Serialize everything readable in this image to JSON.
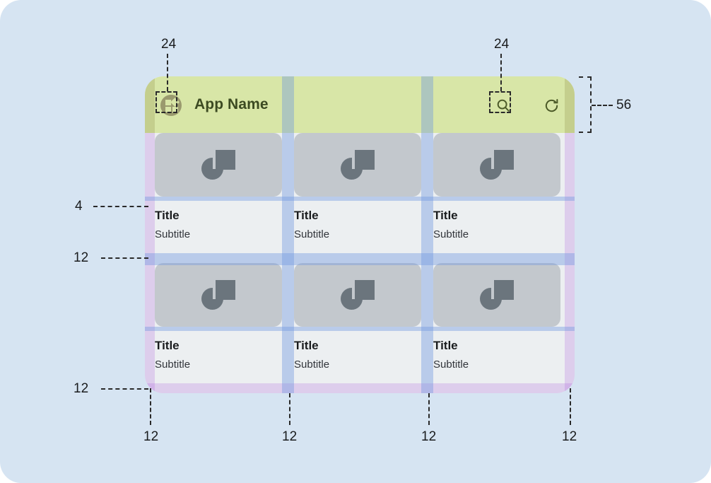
{
  "spec": {
    "title": "Responsive grid layout spec",
    "canvas_color": "#d6e4f2",
    "surface_color": "#eceff1",
    "appbar_color": "#d8e6a7",
    "gutter_overlay_color": "#6e96e1",
    "padding_overlay_color": "#a855dc",
    "image_placeholder_color": "#c3c8cd"
  },
  "appbar": {
    "title": "App Name",
    "leading_icon": "app-grid-avatar-icon",
    "actions": [
      {
        "icon": "search-icon",
        "name": "search"
      },
      {
        "icon": "refresh-icon",
        "name": "refresh"
      }
    ],
    "height_label": "56"
  },
  "tiles": [
    {
      "title": "Title",
      "subtitle": "Subtitle",
      "icon": "image-placeholder-icon"
    },
    {
      "title": "Title",
      "subtitle": "Subtitle",
      "icon": "image-placeholder-icon"
    },
    {
      "title": "Title",
      "subtitle": "Subtitle",
      "icon": "image-placeholder-icon"
    },
    {
      "title": "Title",
      "subtitle": "Subtitle",
      "icon": "image-placeholder-icon"
    },
    {
      "title": "Title",
      "subtitle": "Subtitle",
      "icon": "image-placeholder-icon"
    },
    {
      "title": "Title",
      "subtitle": "Subtitle",
      "icon": "image-placeholder-icon"
    }
  ],
  "annotations": {
    "touch_target_left": "24",
    "touch_target_right": "24",
    "appbar_height": "56",
    "image_to_title_gap": "4",
    "row_gap": "12",
    "bottom_padding": "12",
    "left_padding": "12",
    "gutter_1": "12",
    "gutter_2": "12",
    "right_padding": "12"
  }
}
